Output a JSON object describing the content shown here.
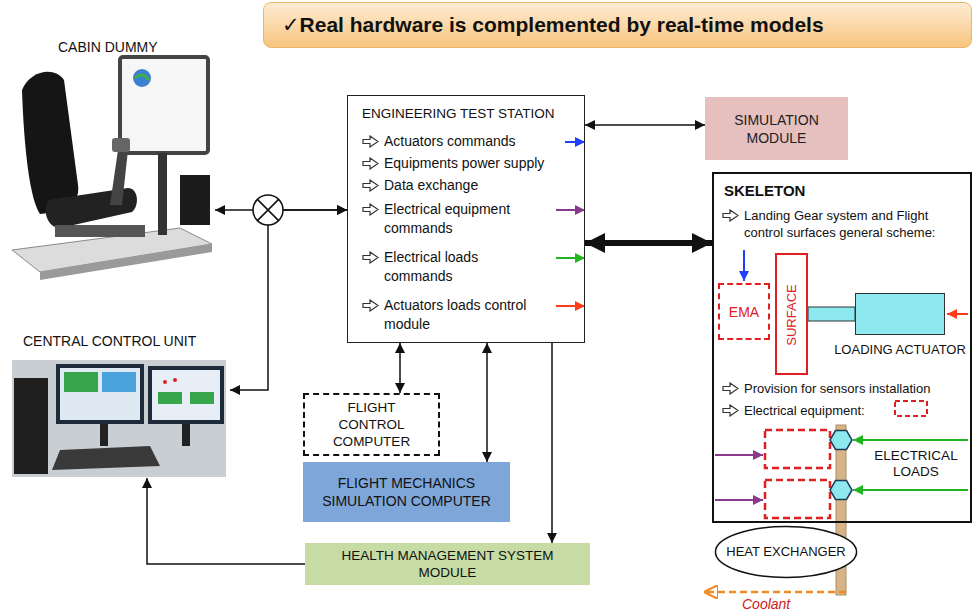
{
  "diagram": {
    "title": "✓Real hardware is complemented by real-time models",
    "nodes": [
      {
        "text": [
          "CABIN DUMMY"
        ]
      },
      {
        "text": [
          "CENTRAL CONTROL UNIT"
        ]
      },
      {
        "text": [
          "ENGINEERING TEST STATION",
          "Actuators commands",
          "Equipments power supply",
          "Data exchange",
          "Electrical equipment commands",
          "Electrical loads commands",
          "Actuators loads control module"
        ]
      },
      {
        "text": [
          "SIMULATION MODULE"
        ]
      },
      {
        "text": [
          "SKELETON",
          "Landing Gear system and Flight control surfaces general scheme:",
          "Provision for sensors installation",
          "Electrical equipment:"
        ]
      },
      {
        "text": [
          "EMA"
        ],
        "in": 4
      },
      {
        "text": [
          "SURFACE"
        ],
        "in": 4
      },
      {
        "text": [
          "LOADING ACTUATOR"
        ],
        "in": 4
      },
      {
        "text": [
          "FLIGHT CONTROL COMPUTER"
        ]
      },
      {
        "text": [
          "FLIGHT MECHANICS SIMULATION COMPUTER"
        ]
      },
      {
        "text": [
          "HEALTH MANAGEMENT SYSTEM MODULE"
        ]
      },
      {
        "text": [
          "HEAT EXCHANGER"
        ]
      }
    ],
    "edges": [
      {
        "from": 0,
        "to": 2,
        "arrow": "both"
      },
      {
        "from": 1,
        "to": 2,
        "arrow": "both"
      },
      {
        "from": 2,
        "to": 3,
        "arrow": "both"
      },
      {
        "from": 2,
        "to": 4,
        "arrow": "both"
      },
      {
        "from": 2,
        "to": 8,
        "arrow": "both"
      },
      {
        "from": 2,
        "to": 9,
        "arrow": "both"
      },
      {
        "from": 2,
        "to": 10,
        "arrow": "to"
      },
      {
        "from": 10,
        "to": 1,
        "arrow": "to"
      }
    ],
    "labels": [
      "ELECTRICAL LOADS",
      "Coolant"
    ]
  }
}
